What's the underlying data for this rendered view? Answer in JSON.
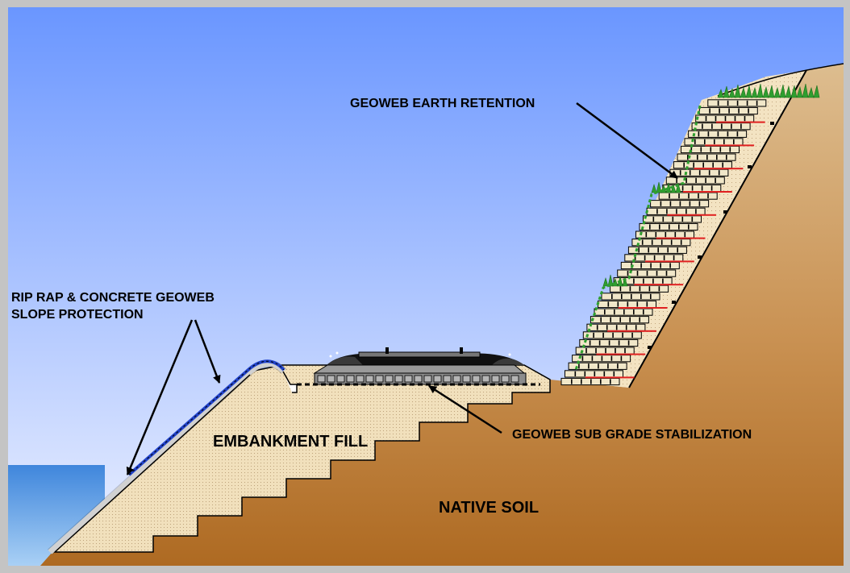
{
  "labels": {
    "geoweb_earth_retention": "GEOWEB EARTH RETENTION",
    "rip_rap_line1": "RIP RAP & CONCRETE GEOWEB",
    "rip_rap_line2": "SLOPE PROTECTION",
    "embankment_fill": "EMBANKMENT FILL",
    "geoweb_sub_grade": "GEOWEB SUB GRADE STABILIZATION",
    "native_soil": "NATIVE SOIL"
  },
  "colors": {
    "sky_top": "#6a96ff",
    "sky_bottom": "#eaf0ff",
    "water_top": "#4a8de0",
    "water_bottom": "#9ec8f2",
    "native_soil_top": "#d9b889",
    "native_soil_bottom": "#b06e25",
    "fill": "#f0dfbb",
    "geoweb_cell": "#f1e7c9",
    "geoweb_reinforcement": "#e02020",
    "vegetation": "#2f9e2f",
    "slope_liner": "#2244cc"
  }
}
